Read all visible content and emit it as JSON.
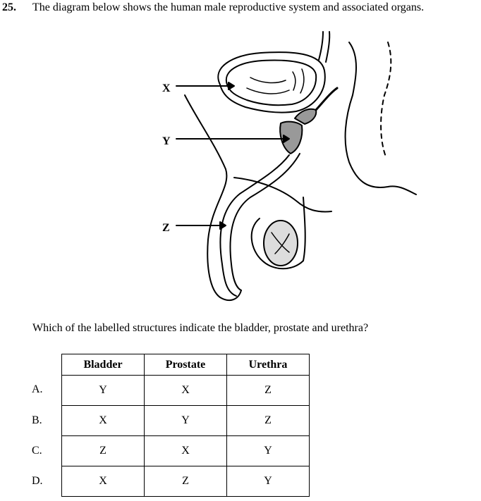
{
  "question": {
    "number": "25.",
    "text": "The diagram below shows the human male reproductive system and associated organs."
  },
  "diagram": {
    "labels": [
      "X",
      "Y",
      "Z"
    ]
  },
  "prompt": "Which of the labelled structures indicate the bladder, prostate and urethra?",
  "table": {
    "headers": [
      "Bladder",
      "Prostate",
      "Urethra"
    ],
    "rows": [
      {
        "option": "A.",
        "cells": [
          "Y",
          "X",
          "Z"
        ]
      },
      {
        "option": "B.",
        "cells": [
          "X",
          "Y",
          "Z"
        ]
      },
      {
        "option": "C.",
        "cells": [
          "Z",
          "X",
          "Y"
        ]
      },
      {
        "option": "D.",
        "cells": [
          "X",
          "Z",
          "Y"
        ]
      }
    ]
  }
}
